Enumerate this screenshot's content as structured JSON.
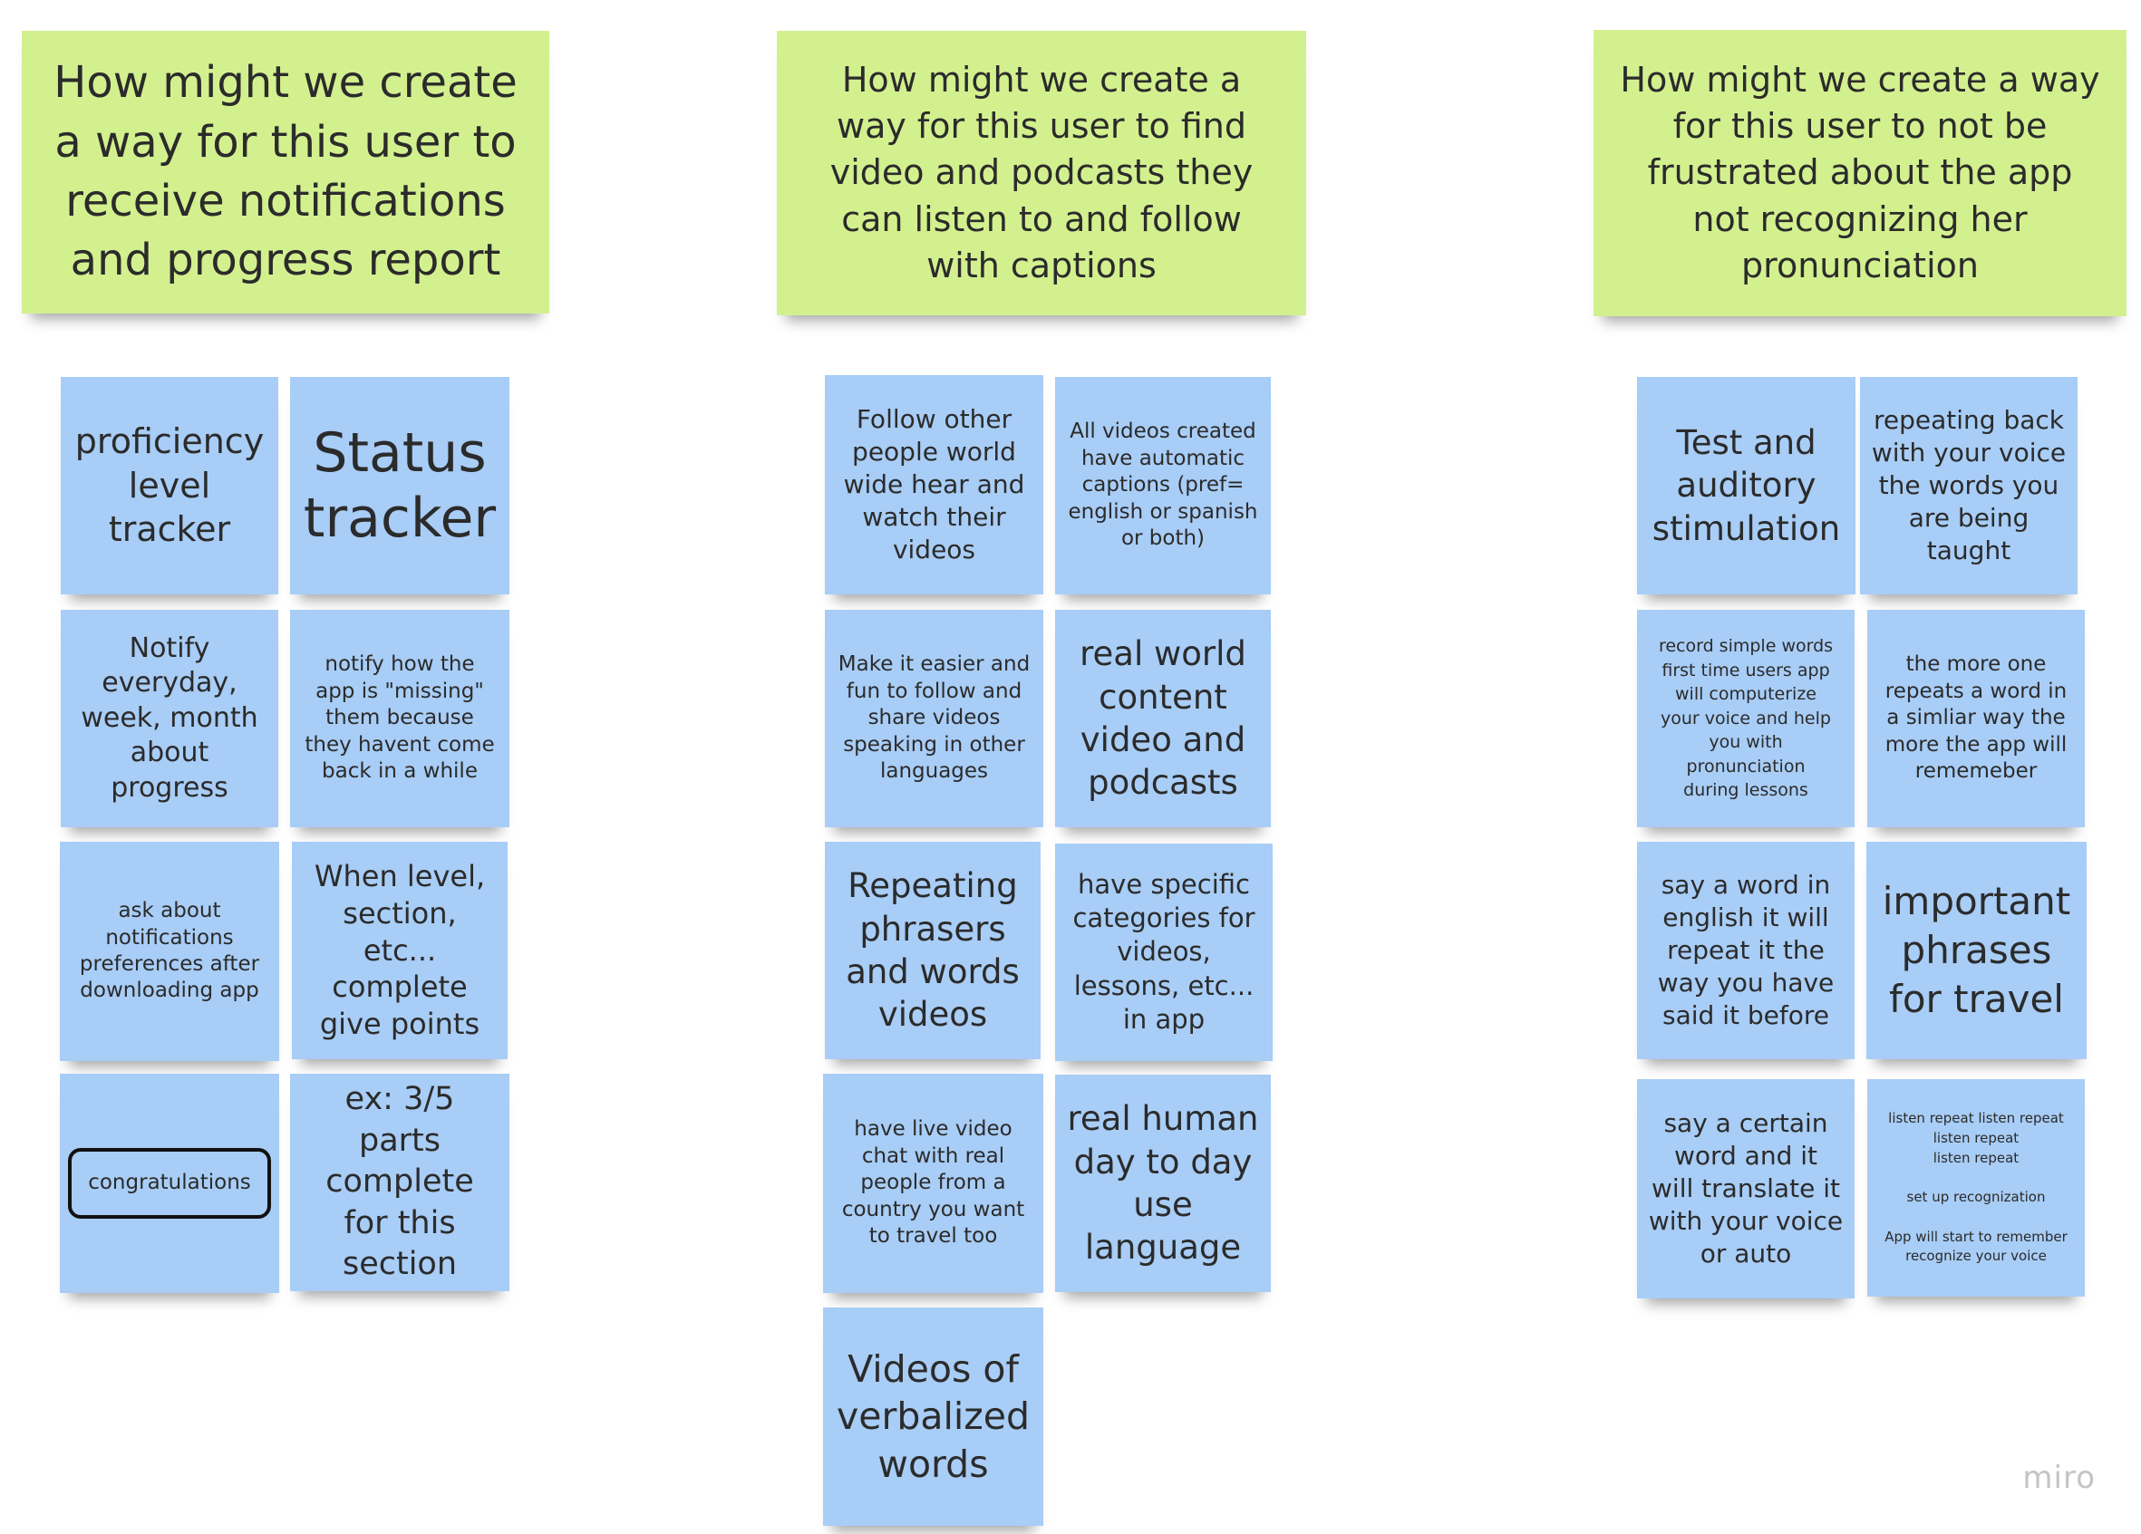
{
  "board": {
    "logo": "miro",
    "columns": [
      {
        "header": "How might we create a way for this user to receive notifications and progress report",
        "notes": [
          {
            "text": "proficiency\nlevel\ntracker"
          },
          {
            "text": "Status\ntracker"
          },
          {
            "text": "Notify\neveryday,\nweek, month\nabout\nprogress"
          },
          {
            "text": "notify how the\napp is \"missing\"\nthem because\nthey havent come\nback in a while"
          },
          {
            "text": "ask about\nnotifications\npreferences after\ndownloading app"
          },
          {
            "text": "When level,\nsection, etc...\ncomplete\ngive points"
          },
          {
            "text": "congratulations"
          },
          {
            "text": "ex: 3/5 parts\ncomplete\nfor this\nsection"
          }
        ]
      },
      {
        "header": "How might we create a way for this user to find video and podcasts they can listen to and follow with captions",
        "notes": [
          {
            "text": "Follow other\npeople world\nwide hear and\nwatch their\nvideos"
          },
          {
            "text": "All videos created\nhave automatic\ncaptions (pref=\nenglish or spanish\nor both)"
          },
          {
            "text": "Make it easier and\nfun to follow and\nshare videos\nspeaking in other\nlanguages"
          },
          {
            "text": "real world\ncontent\nvideo and\npodcasts"
          },
          {
            "text": "Repeating\nphrasers\nand words\nvideos"
          },
          {
            "text": "have specific\ncategories for\nvideos,\nlessons, etc...\nin app"
          },
          {
            "text": "have live video\nchat with real\npeople from a\ncountry you want\nto travel too"
          },
          {
            "text": "real human\nday to day\nuse\nlanguage"
          },
          {
            "text": "Videos of\nverbalized\nwords"
          }
        ]
      },
      {
        "header": "How might we create a way for this user to not be frustrated about the app not recognizing her pronunciation",
        "notes": [
          {
            "text": "Test and\nauditory\nstimulation"
          },
          {
            "text": "repeating back\nwith your voice\nthe words you\nare being\ntaught"
          },
          {
            "text": "record simple words\nfirst time users app\nwill computerize\nyour voice and help\nyou with\npronunciation\nduring lessons"
          },
          {
            "text": "the more one\nrepeats a word in\na simliar way the\nmore the app will\nrememeber"
          },
          {
            "text": "say a word in\nenglish it  will\nrepeat it the\nway you have\nsaid it before"
          },
          {
            "text": "important\nphrases\nfor travel"
          },
          {
            "text": "say a certain\nword and it\nwill translate it\nwith your voice\nor auto"
          },
          {
            "text": "listen repeat listen repeat\nlisten repeat\nlisten repeat\n\nset up recognization\n\nApp will start to remember\nrecognize your voice"
          }
        ]
      }
    ]
  }
}
